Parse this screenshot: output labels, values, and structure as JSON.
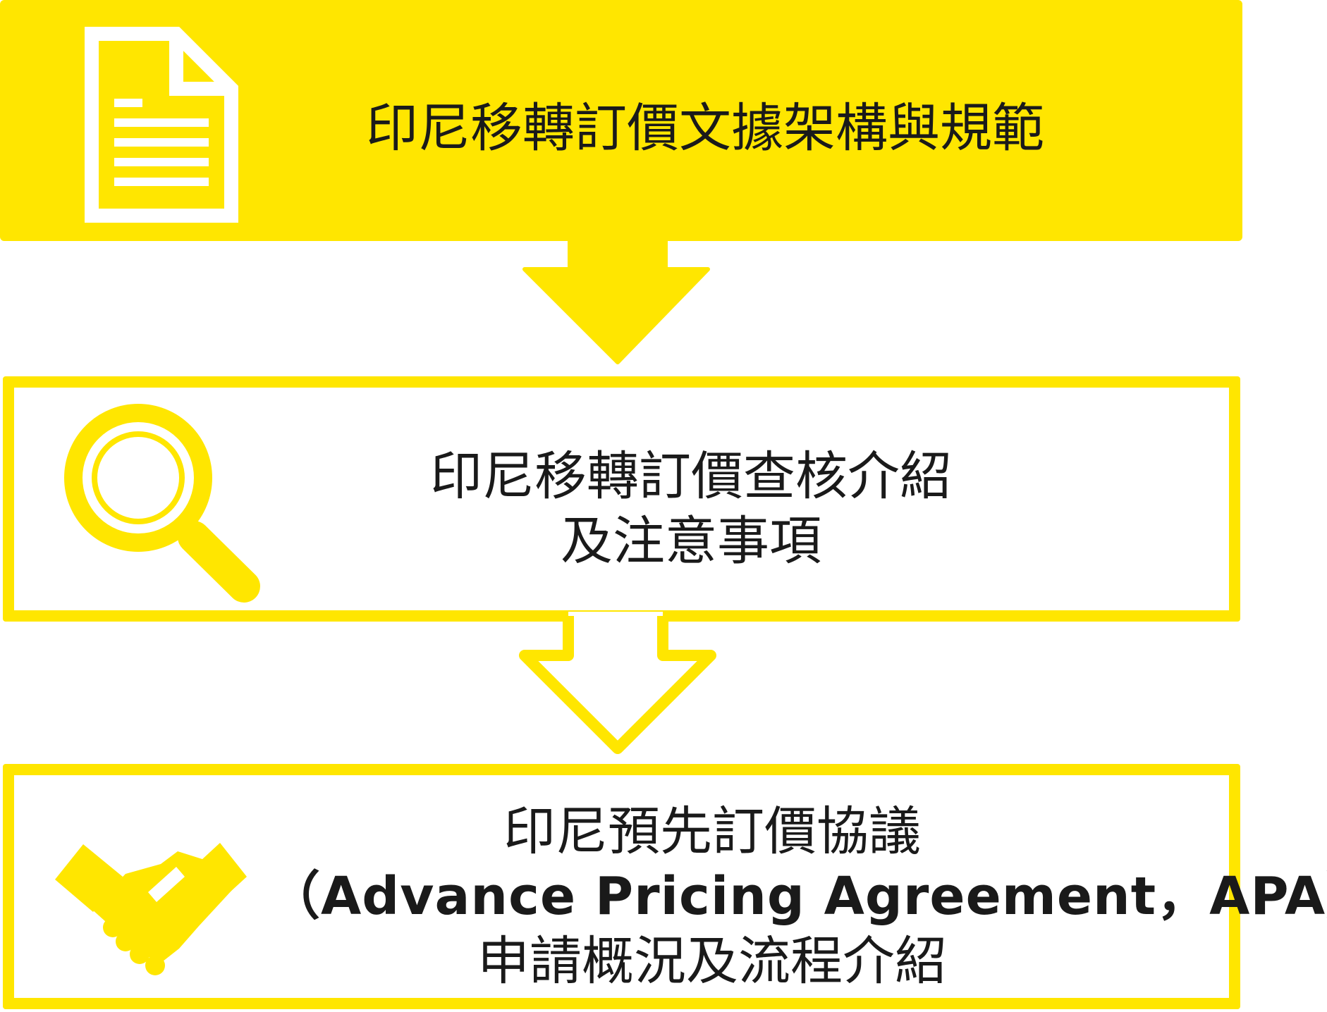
{
  "colors": {
    "accent": "#ffe600",
    "text": "#1a1a1a",
    "background": "#ffffff"
  },
  "steps": [
    {
      "icon": "document-icon",
      "lines": [
        "印尼移轉訂價文據架構與規範"
      ]
    },
    {
      "icon": "magnifier-icon",
      "lines": [
        "印尼移轉訂價查核介紹",
        "及注意事項"
      ]
    },
    {
      "icon": "handshake-icon",
      "lines": [
        "印尼預先訂價協議",
        "（Advance Pricing Agreement，APA）",
        "申請概況及流程介紹"
      ]
    }
  ],
  "connectors": [
    {
      "style": "filled-arrow-down"
    },
    {
      "style": "outlined-arrow-down"
    }
  ]
}
